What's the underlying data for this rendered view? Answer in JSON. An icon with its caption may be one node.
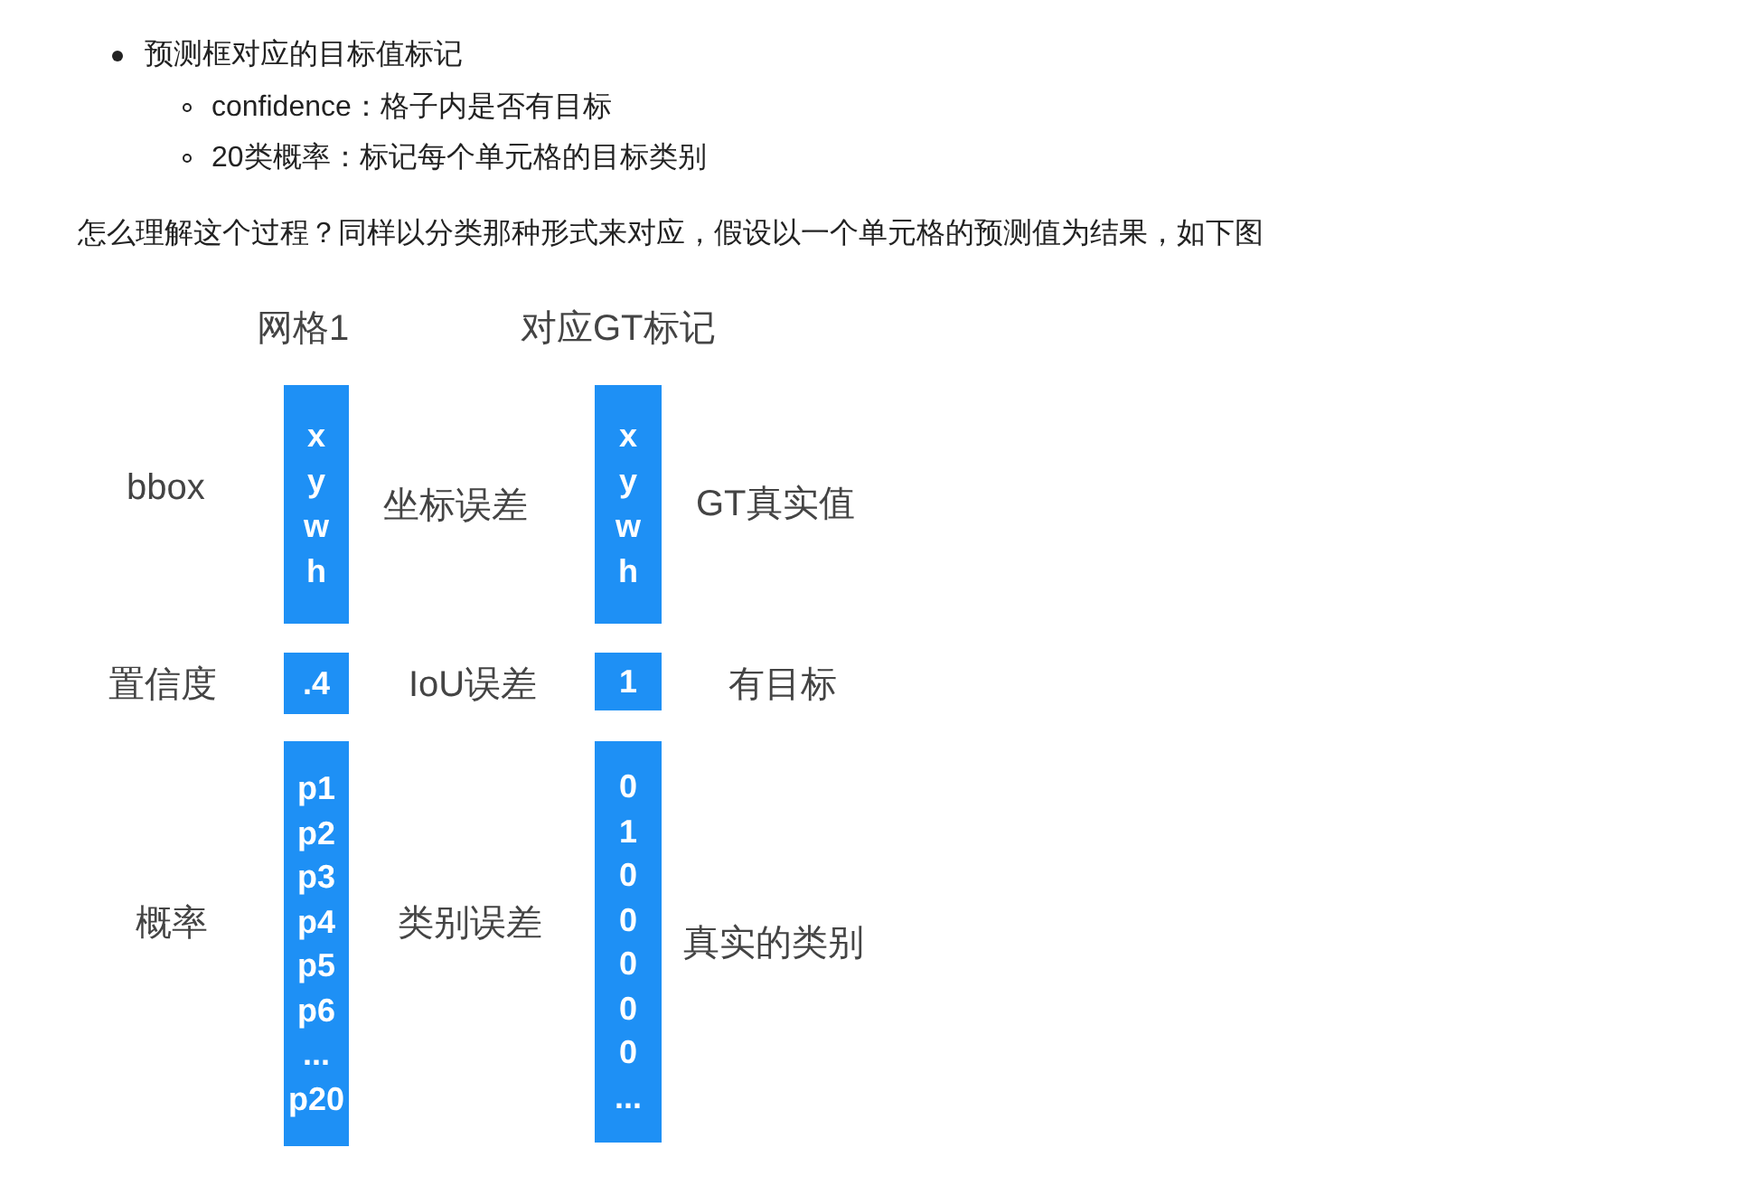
{
  "diagram": {
    "nodes": [
      {
        "text": [
          "x",
          "y",
          "w",
          "h"
        ]
      },
      {
        "text": [
          "x",
          "y",
          "w",
          "h"
        ]
      },
      {
        "text": [
          ".4"
        ]
      },
      {
        "text": [
          "1"
        ]
      },
      {
        "text": [
          "p1",
          "p2",
          "p3",
          "p4",
          "p5",
          "p6",
          "...",
          "p20"
        ]
      },
      {
        "text": [
          "0",
          "1",
          "0",
          "0",
          "0",
          "0",
          "0",
          "..."
        ]
      }
    ],
    "labels": [
      "预测框对应的目标值标记",
      "confidence：格子内是否有目标",
      "20类概率：标记每个单元格的目标类别",
      "怎么理解这个过程？同样以分类那种形式来对应，假设以一个单元格的预测值为结果，如下图",
      "网格1",
      "对应GT标记",
      "bbox",
      "坐标误差",
      "GT真实值",
      "置信度",
      "IoU误差",
      "有目标",
      "概率",
      "类别误差",
      "真实的类别"
    ]
  }
}
